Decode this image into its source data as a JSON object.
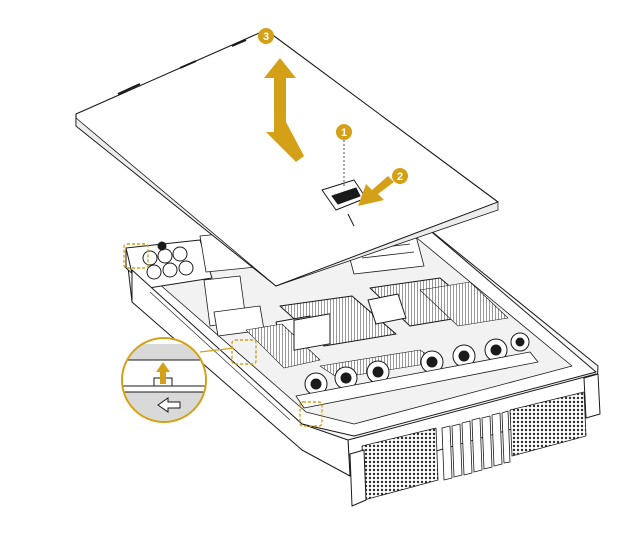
{
  "diagram": {
    "callouts": [
      {
        "id": "step-1",
        "label": "1"
      },
      {
        "id": "step-2",
        "label": "2"
      },
      {
        "id": "step-3",
        "label": "3"
      }
    ],
    "colors": {
      "accent": "#D4A017",
      "line": "#1a1a1a",
      "panel": "#ffffff",
      "shade": "#e8e8e8",
      "mesh": "#2a2a2a"
    },
    "icons": [
      "lift-arrow-icon",
      "push-arrow-icon",
      "release-latch-icon",
      "slide-left-arrow-icon"
    ]
  }
}
